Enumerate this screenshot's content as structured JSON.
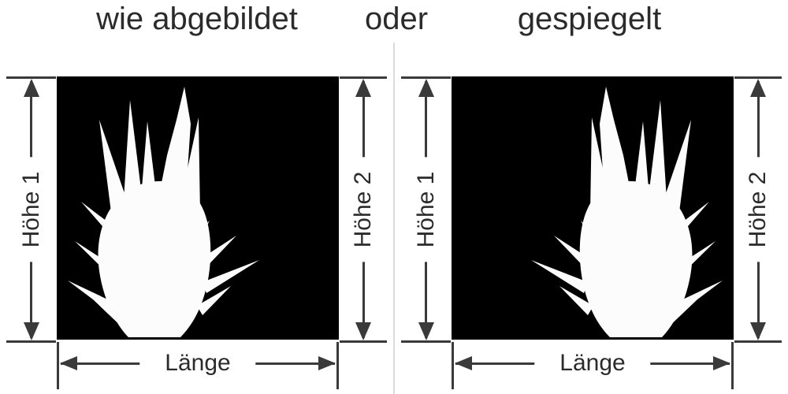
{
  "header": {
    "option_left": "wie abgebildet",
    "conjunction": "oder",
    "option_right": "gespiegelt"
  },
  "panels": [
    {
      "option": "wie abgebildet",
      "mirrored": false,
      "motif": "grass-plant-silhouette",
      "labels": {
        "height_left": "Höhe 1",
        "height_right": "Höhe 2",
        "length": "Länge"
      }
    },
    {
      "option": "gespiegelt",
      "mirrored": true,
      "motif": "grass-plant-silhouette-mirrored",
      "labels": {
        "height_left": "Höhe 1",
        "height_right": "Höhe 2",
        "length": "Länge"
      }
    }
  ],
  "colors": {
    "background": "#ffffff",
    "motif_background": "#000000",
    "motif_foreground": "#fcfcfc",
    "dimension_lines": "#3a3a3a",
    "text": "#2b2b2b",
    "divider": "#dcdcdc"
  }
}
